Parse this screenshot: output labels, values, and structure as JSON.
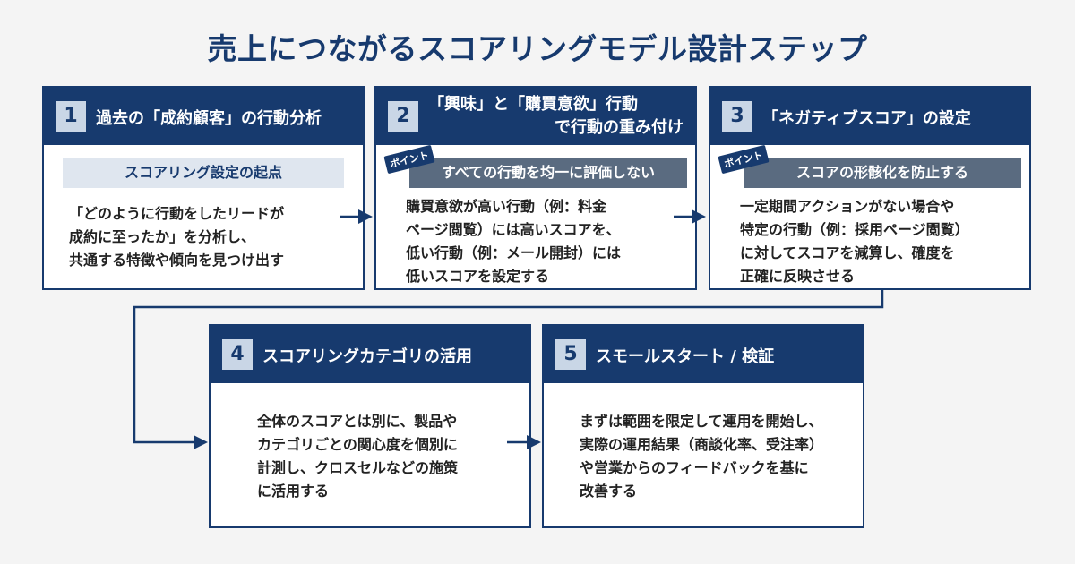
{
  "title": "売上につながるスコアリングモデル設計ステップ",
  "steps": [
    {
      "number": "1",
      "heading": "過去の「成約顧客」の行動分析",
      "subheading": "スコアリング設定の起点",
      "body": [
        "「どのように行動をしたリードが",
        "成約に至ったか」を分析し、",
        "共通する特徴や傾向を見つけ出す"
      ]
    },
    {
      "number": "2",
      "heading": [
        "「興味」と「購買意欲」行動",
        "で行動の重み付け"
      ],
      "badge": "ポイント",
      "subheading": "すべての行動を均一に評価しない",
      "body": [
        "購買意欲が高い行動（例：料金",
        "ページ閲覧）には高いスコアを、",
        "低い行動（例：メール開封）には",
        "低いスコアを設定する"
      ]
    },
    {
      "number": "3",
      "heading": "「ネガティブスコア」の設定",
      "badge": "ポイント",
      "subheading": "スコアの形骸化を防止する",
      "body": [
        "一定期間アクションがない場合や",
        "特定の行動（例：採用ページ閲覧）",
        "に対してスコアを減算し、確度を",
        "正確に反映させる"
      ]
    },
    {
      "number": "4",
      "heading": "スコアリングカテゴリの活用",
      "body": [
        "全体のスコアとは別に、製品や",
        "カテゴリごとの関心度を個別に",
        "計測し、クロスセルなどの施策",
        "に活用する"
      ]
    },
    {
      "number": "5",
      "heading": "スモールスタート / 検証",
      "body": [
        "まずは範囲を限定して運用を開始し、",
        "実際の運用結果（商談化率、受注率）",
        "や営業からのフィードバックを基に",
        "改善する"
      ]
    }
  ],
  "colors": {
    "primary": "#173a6e",
    "number_bg": "#c9d6e6",
    "sub_band": "#dfe6ef",
    "sub_band_dark": "#5a6b80"
  }
}
